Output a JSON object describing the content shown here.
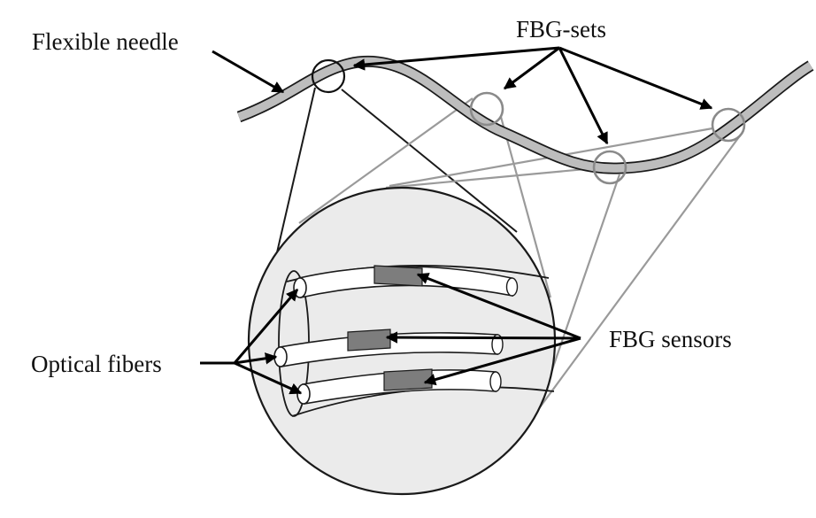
{
  "labels": {
    "flexible_needle": "Flexible needle",
    "fbg_sets": "FBG-sets",
    "fbg_sensors": "FBG sensors",
    "optical_fibers": "Optical fibers"
  },
  "colors": {
    "needle_fill": "#bdbdbd",
    "magnifier_fill": "#ebebeb",
    "sensor_fill": "#7d7d7d",
    "light_outline": "#9a9a9a"
  }
}
